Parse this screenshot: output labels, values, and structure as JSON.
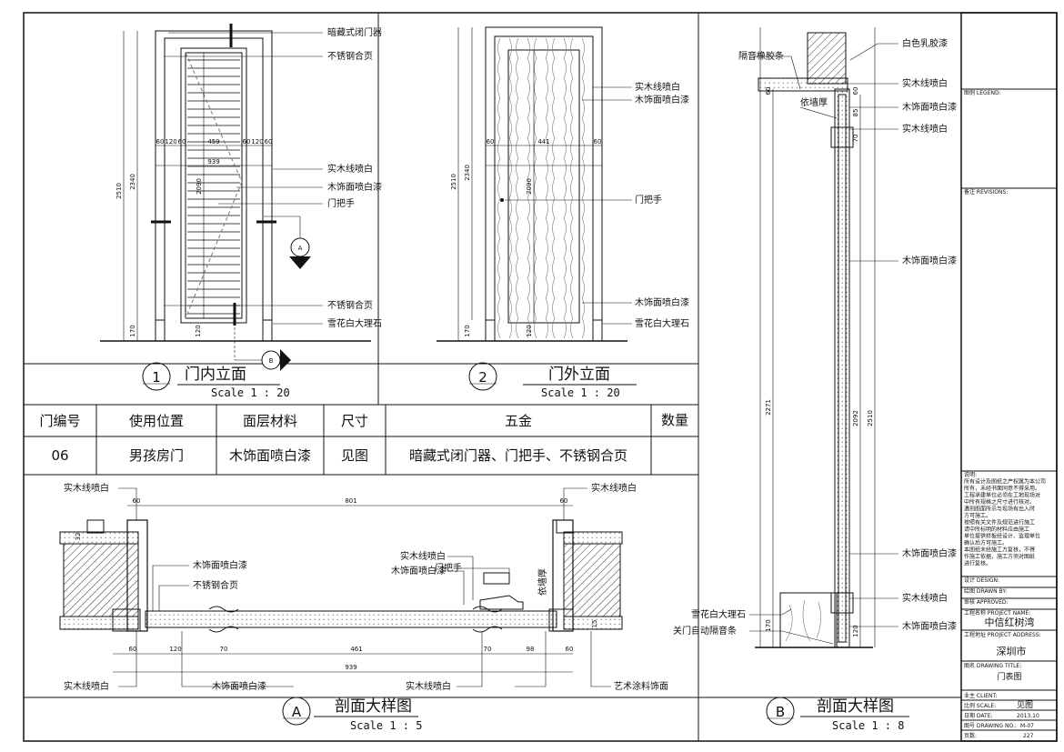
{
  "views": {
    "inner": {
      "num": "1",
      "title": "门内立面",
      "scale": "Scale 1 : 20"
    },
    "outer": {
      "num": "2",
      "title": "门外立面",
      "scale": "Scale 1 : 20"
    },
    "sectionA": {
      "num": "A",
      "title": "剖面大样图",
      "scale": "Scale 1 : 5"
    },
    "sectionB": {
      "num": "B",
      "title": "剖面大样图",
      "scale": "Scale 1 : 8"
    }
  },
  "labels": {
    "inner": [
      "暗藏式闭门器",
      "不锈钢合页",
      "实木线喷白",
      "木饰面喷白漆",
      "门把手",
      "不锈钢合页",
      "雪花白大理石"
    ],
    "outer": [
      "实木线喷白",
      "木饰面喷白漆",
      "门把手",
      "木饰面喷白漆",
      "雪花白大理石"
    ],
    "sectionA": [
      "实木线喷白",
      "实木线喷白",
      "木饰面喷白漆",
      "不锈钢合页",
      "门把手",
      "实木线喷白",
      "木饰面喷白漆",
      "依墙厚",
      "实木线喷白",
      "木饰面喷白漆",
      "实木线喷白",
      "艺术涂料饰面"
    ],
    "sectionB": [
      "白色乳胶漆",
      "隔音橡胶条",
      "实木线喷白",
      "依墙厚",
      "木饰面喷白漆",
      "实木线喷白",
      "木饰面喷白漆",
      "木饰面喷白漆",
      "实木线喷白",
      "雪花白大理石",
      "关门自动隔音条",
      "木饰面喷白漆"
    ]
  },
  "dims": {
    "inner": [
      "2510",
      "2340",
      "2090",
      "939",
      "459",
      "60",
      "120",
      "60",
      "60",
      "120",
      "60",
      "170",
      "120"
    ],
    "outer": [
      "2510",
      "2340",
      "2090",
      "441",
      "60",
      "60",
      "170",
      "120"
    ],
    "sectionA": [
      "60",
      "801",
      "60",
      "32",
      "60",
      "120",
      "70",
      "461",
      "70",
      "98",
      "60",
      "939",
      "15"
    ],
    "sectionB": [
      "60",
      "60",
      "85",
      "70",
      "2271",
      "2092",
      "2510",
      "170",
      "120"
    ]
  },
  "schedule": {
    "headers": [
      "门编号",
      "使用位置",
      "面层材料",
      "尺寸",
      "五金",
      "数量"
    ],
    "row": [
      "06",
      "男孩房门",
      "木饰面喷白漆",
      "见图",
      "暗藏式闭门器、门把手、不锈钢合页",
      ""
    ]
  },
  "titleblock": {
    "legend": "图例 LEGEND:",
    "revisions": "备注 REVISIONS:",
    "notes": [
      "说明:",
      "所有设计及图纸之产权属为本公司",
      "所有，未经书面同意不得采用。",
      "工程承建单位必须在工地现场对",
      "中所有规格之尺寸进行核对。",
      "遇到图面所示与现场有出入时",
      "方可施工。",
      "按照有关文件及规范进行施工",
      "请中所标明的材料应由施工",
      "单位提供样板经设计、监理单位",
      "确认后方可施工。",
      "本图纸未经施工方复核，不得",
      "作施工依据，施工方须对图纸",
      "进行复核。"
    ],
    "design": "设计 DESIGN:",
    "drawn": "绘图 DRAWN BY:",
    "approved": "审核 APPROVED:",
    "project_label": "工程名称 PROJECT NAME:",
    "project": "中信红树湾",
    "address_label": "工程地址 PROJECT ADDRESS:",
    "address": "深圳市",
    "drawing_title_label": "图名 DRAWING TITLE:",
    "drawing_title": "门表图",
    "client_label": "业主 CLIENT:",
    "scale_label": "比例 SCALE:",
    "scale_value": "见图",
    "date_label": "日期 DATE:",
    "date_value": "2013.10",
    "number_label": "图号 DRAWING NO.:",
    "number_value": "M-07",
    "page_label": "页数:",
    "page_value": "227"
  }
}
